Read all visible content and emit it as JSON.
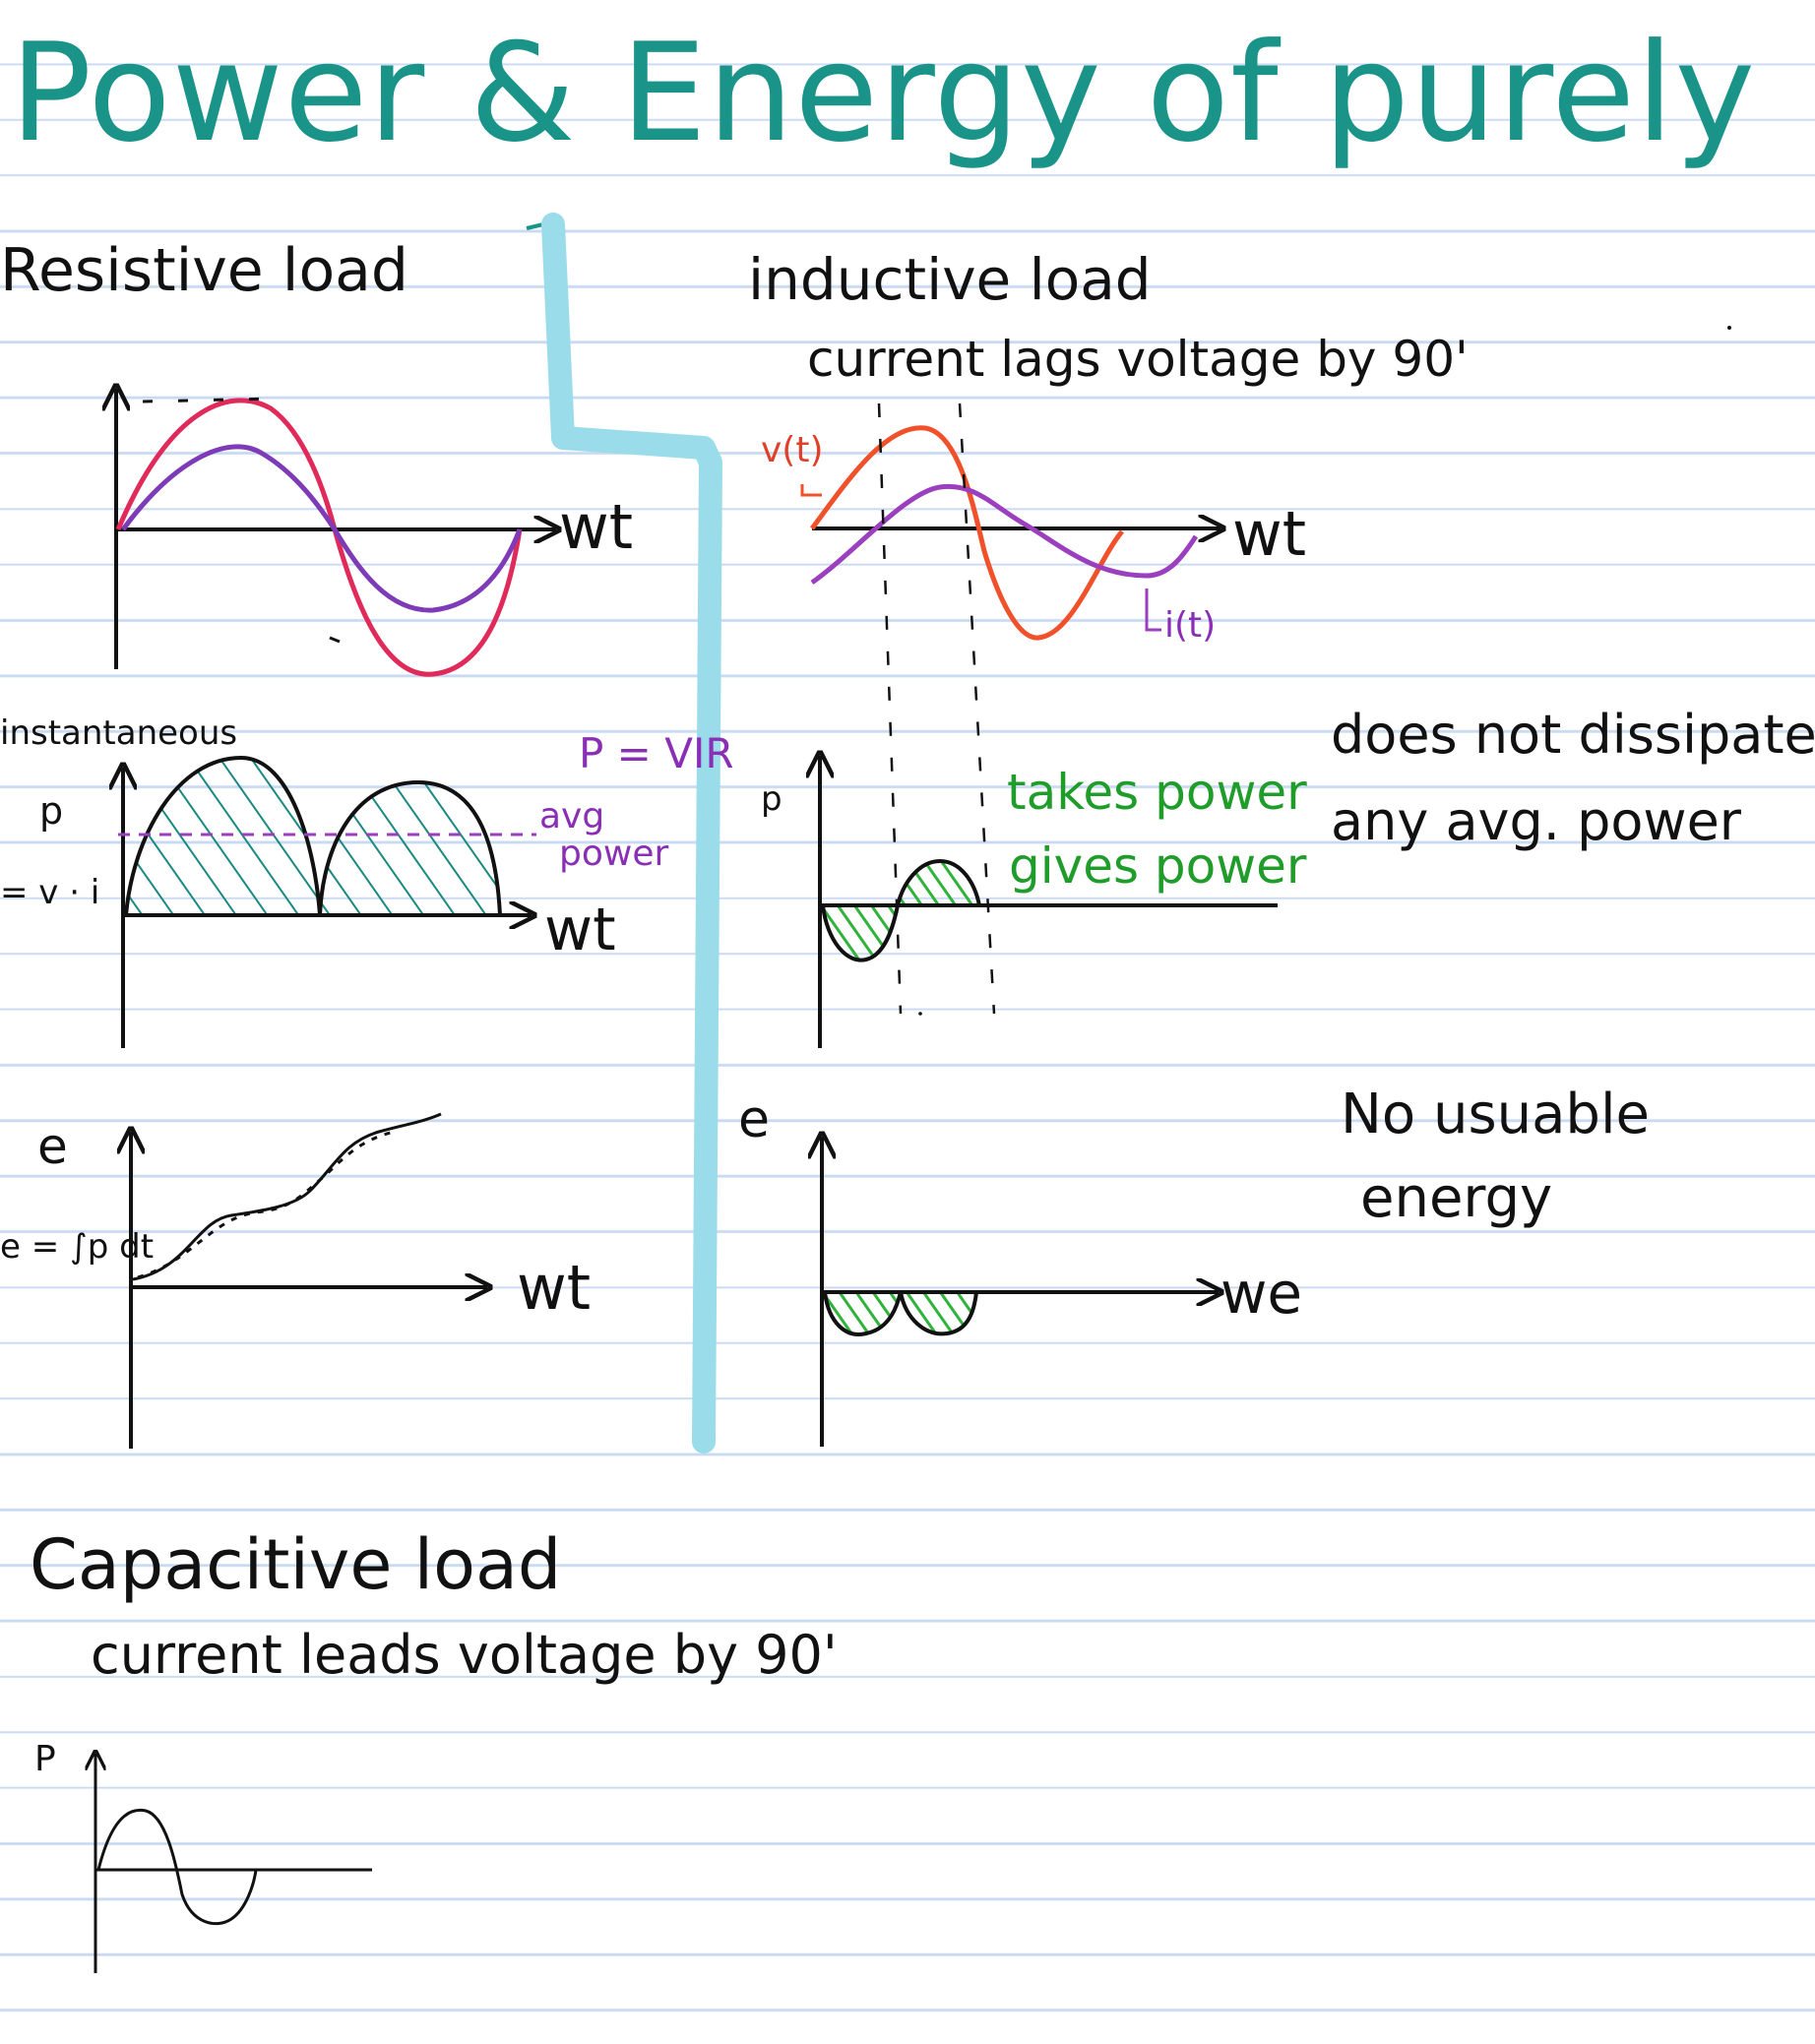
{
  "title": "Power & Energy of purely R, L and C load",
  "colors": {
    "title": "#1a9488",
    "ink": "#111111",
    "voltage_resistive": "#e02a5a",
    "current_resistive": "#7e3bb7",
    "voltage_inductive": "#f0502a",
    "current_inductive": "#9b3fbf",
    "hatch": "#1a8a80",
    "green_fill": "#2fb33a",
    "green_text": "#1f9c2a",
    "avg_line": "#9b3fbf",
    "divider": "#9bdcea",
    "rule_lines": "#c9daf2"
  },
  "resistive": {
    "heading": "Resistive load",
    "wave_axis_label": "wt",
    "power_axis_label": "wt",
    "energy_axis_label": "wt",
    "instantaneous_label": "instantaneous",
    "p_symbol": "p",
    "p_formula": "= v · i",
    "p_vi": "P = VIR",
    "avg_label_1": "avg",
    "avg_label_2": "power",
    "e_symbol": "e",
    "e_formula": "e = ∫p dt"
  },
  "inductive": {
    "heading": "inductive load",
    "subheading": "current lags voltage by 90'",
    "v_label": "v(t)",
    "i_label": "i(t)",
    "wave_axis_label": "wt",
    "p_symbol": "p",
    "takes_power": "takes power",
    "gives_power": "gives power",
    "note_power_1": "does not dissipate",
    "note_power_2": "any avg. power",
    "e_symbol": "e",
    "energy_axis_label": "we",
    "note_energy_1": "No usuable",
    "note_energy_2": "energy"
  },
  "capacitive": {
    "heading": "Capacitive load",
    "subheading": "current leads voltage by 90'",
    "p_symbol": "P"
  }
}
